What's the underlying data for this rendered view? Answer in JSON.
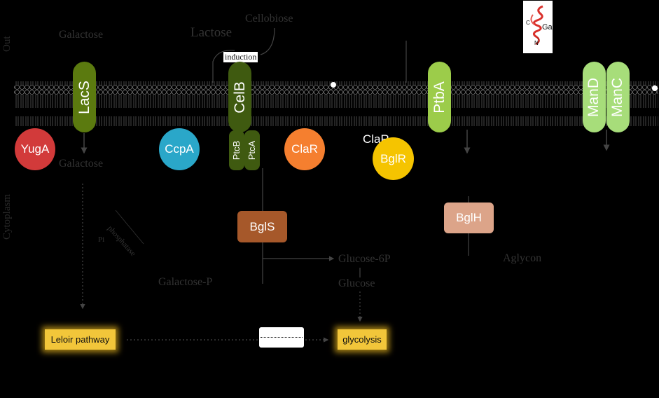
{
  "regions": {
    "out": "Out",
    "cytoplasm": "Cytoplasm"
  },
  "molecules": {
    "galactose_out": "Galactose",
    "lactose": "Lactose",
    "cellobiose": "Cellobiose",
    "galactose_in": "Galactose",
    "galactose_p": "Galactose-P",
    "pi": "Pi",
    "phosphatase": "phosphatase",
    "glucose_6p": "Glucose-6P",
    "glucose": "Glucose",
    "aglycon": "Aglycon"
  },
  "induction_label": "induction",
  "transporters": {
    "lacs": "LacS",
    "celb": "CelB",
    "ptcb": "PtcB",
    "ptca": "PtcA",
    "ptba": "PtbA",
    "mand": "ManD",
    "manc": "ManC"
  },
  "regulators": {
    "yuga": "YugA",
    "ccpa": "CcpA",
    "clar": "ClaR",
    "clar_text": "ClaR",
    "bglr": "BglR"
  },
  "enzymes": {
    "bgls": "BglS",
    "bglh": "BglH"
  },
  "pathways": {
    "leloir": "Leloir pathway",
    "glycolysis": "glycolysis"
  },
  "thumbnail": {
    "label_c": "C",
    "label_ga": "Ga",
    "label_n": "N"
  },
  "colors": {
    "lacs": "#5b7a0f",
    "celb": "#3f5a10",
    "ptba": "#9ccc4a",
    "man": "#a7dd7a",
    "yuga": "#d23a3a",
    "ccpa": "#2aa7c9",
    "clar": "#f57f2f",
    "bglr": "#f5c400",
    "bgls": "#a6582a",
    "bglh": "#dca489",
    "pathway": "#f2c63a"
  }
}
